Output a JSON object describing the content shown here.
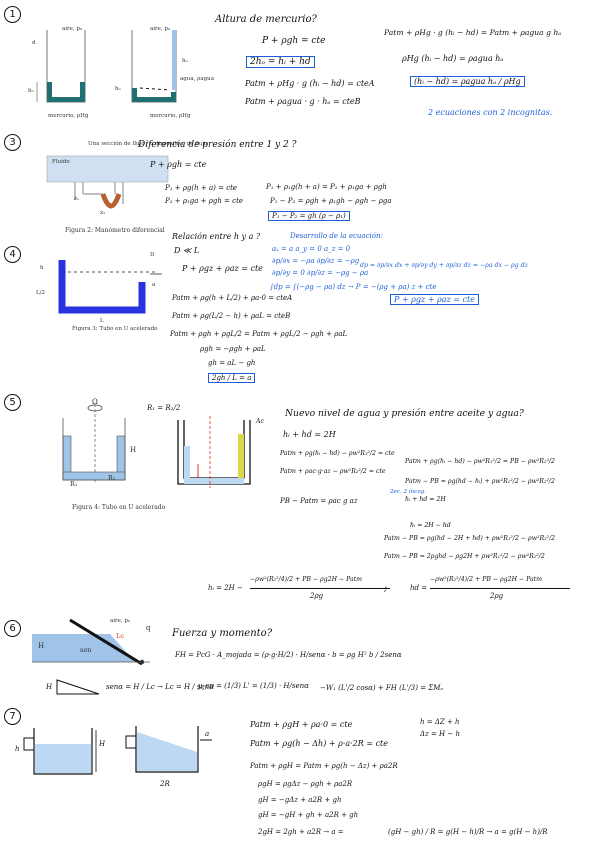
{
  "sections": [
    {
      "number": "1"
    },
    {
      "number": "3"
    },
    {
      "number": "4"
    },
    {
      "number": "5"
    },
    {
      "number": "6"
    },
    {
      "number": "7"
    }
  ],
  "s1": {
    "fig_left_labels": {
      "aire": "aire, p₀",
      "d": "d",
      "hb": "hₙ",
      "mercurio": "mercurio, ρHg"
    },
    "fig_right_labels": {
      "aire": "aire, p₀",
      "hu": "hᵤ",
      "agua": "agua, ρagua",
      "hd": "hₙ",
      "mercurio": "mercurio, ρHg"
    },
    "title": "Altura de mercurio?",
    "l1": "P + ρgh = cte",
    "l2": "2hₒ = hᵢ + hd",
    "l3": "Patm + ρHg · g (hᵢ − hd) = cteA",
    "l4": "Patm + ρagua · g · hₐ = cteB",
    "r1": "Patm + ρHg · g (hᵢ − hd) = Patm + ρagua g hₐ",
    "r2": "ρHg (hᵢ − hd) = ρagua hₐ",
    "r3": "(hᵢ − hd) = ρagua hₐ / ρHg",
    "note": "2 ecuaciones con 2 incognitas."
  },
  "s3": {
    "fig_labels": {
      "top": "Una sección de flujo / o dispositivo de flujo",
      "fluido": "Fluido",
      "z1": "z₁",
      "z2": "z₂"
    },
    "caption": "Figura 2: Manómetro diferencial",
    "title": "Diferencia de presión entre 1 y 2 ?",
    "l1": "P + ρgh = cte",
    "l2": "P₁ + ρg(h + a) = cte",
    "l3": "P₂ + ρ₁ga + ρgh = cte",
    "r1": "P₁ + ρ₁g(h + a) = P₂ + ρ₁ga + ρgh",
    "r2": "P₁ − P₂ = ρgh + ρ₁gh − ρgh − ρga",
    "r3": "P₁ − P₂ = gh (ρ − ρ₁)"
  },
  "s4": {
    "fig_labels": {
      "h": "h",
      "L2": "L/2",
      "L": "L",
      "D": "D",
      "a": "a"
    },
    "caption": "Figura 3: Tubo en U acelerado",
    "title": "Relación entre h y a ?",
    "dl": "D ≪ L",
    "l1": "P + ρgz + ρaz = cte",
    "l2": "Patm + ρg(h + L/2) + ρa·0 = cteA",
    "l3": "Patm + ρg(L/2 − h) + ρaL = cteB",
    "l4": "Patm + ρgh + ρgL/2 = Patm + ρgL/2 − ρgh + ρaL",
    "l5": "ρgh = −ρgh + ρaL",
    "l6": "gh = aL − gh",
    "l7": "2gh / L = a",
    "r_title": "Desarrollo de la ecuación:",
    "r1": "aₓ = a   a_y = 0   a_z = 0",
    "r2": "∂p/∂x = −ρa      ∂p/∂z = −ρg",
    "r3": "∂p/∂y = 0      ∂p/∂z = −ρg − ρa",
    "r4": "dp = ∂p/∂x dx + ∂p/∂y dy + ∂p/∂z dz = −ρa dx − ρg dz",
    "r5": "∫dp = ∫(−ρg − ρa) dz → P = −(ρg + ρa) z + cte",
    "r6": "P + ρgz + ρaz = cte"
  },
  "s5": {
    "fig_labels": {
      "omega": "Ω",
      "H": "H",
      "R1": "R₁",
      "R2": "R₂"
    },
    "caption": "Figura 4: Tubo en U acelerado",
    "eq_top": "R₁ = R₂/2",
    "aceite": "Ac",
    "title": "Nuevo nivel de agua y presión entre aceite y agua?",
    "l1": "hᵢ + hd = 2H",
    "l2": "Patm + ρg(hᵢ − hd) − ρw²R₁²/2 = cte",
    "l3": "Patm + ρac·g·az − ρw²R₂²/2 = cte",
    "l4": "PB − Patm = ρac g az",
    "b1": "Patm + ρg(hᵢ − hd) − ρw²R₁²/2 = PB − ρw²R₂²/2",
    "b2": "Patm − PB = ρg(hd − hᵢ) + ρw²R₁²/2 − ρw²R₂²/2",
    "b3": "hᵢ + hd = 2H",
    "sys": "2ec. 2 incog.",
    "m0": "hᵢ = 2H − hd",
    "m1": "Patm − PB = ρg(hd − 2H + hd) + ρw²R₁²/2 − ρw²R₂²/2",
    "m2": "Patm − PB = 2ρghd − ρg2H + ρw²R₁²/2 − ρw²R₂²/2",
    "h1_lhs": "hᵢ = 2H −",
    "h1_num": "−ρw²(R₂²/4)/2 + PB − ρg2H − Patm",
    "h1_den": "2ρg",
    "h2_lhs": "hd =",
    "h2_num": "−ρw²(R₂²/4)/2 + PB − ρg2H − Patm",
    "h2_den": "2ρg",
    "semi": ";"
  },
  "s6": {
    "fig_labels": {
      "aire": "aire, p₀",
      "H": "H",
      "Lc": "Lc",
      "sen": "sen",
      "q": "q"
    },
    "title": "Fuerza y momento?",
    "l1": "FH = PcG · A_mojada = (ρ·g·H/2) · H/senα · b = ρg H² b / 2senα",
    "l2": "senα = H / Lc → Lc = H / senα",
    "l3": "y_cp = (1/3) L' = (1/3) · H/senα",
    "l4": "−W₁ (L'/2 cosα) + FH (L'/3) = ΣMₒ",
    "tri": "H"
  },
  "s7": {
    "fig_labels": {
      "H": "H",
      "h": "h",
      "a": "a",
      "R2": "2R"
    },
    "l1": "Patm + ρgH + ρa·0 = cte",
    "l2": "Patm + ρg(h − Δh) + ρ·a·2R = cte",
    "l3": "Patm + ρgH = Patm + ρg(h − Δz) + ρa2R",
    "l4": "ρgH = ρgΔz − ρgh + ρa2R",
    "l5": "gH = −gΔz + a2R + gh",
    "l6": "gH = −gH + gh + a2R + gh",
    "l7a": "2gH = 2gh + a2R  →  a =",
    "l7b": "(gH − gh) / R = g(H − h)/R  →  a = g(H − h)/R",
    "c1": "h = ΔZ + h",
    "c2": "Δz = H − h"
  },
  "colors": {
    "ink": "#111111",
    "pen": "#1d5fd6",
    "red": "#e0332b",
    "fluid": "#1f6f73",
    "water": "#9fc4e8",
    "box": "#1d5fd6"
  }
}
